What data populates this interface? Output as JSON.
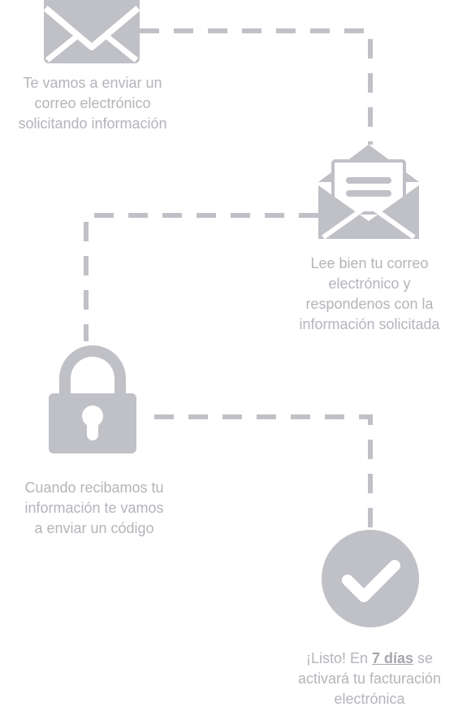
{
  "colors": {
    "icon": "#c0c0c7",
    "icon_dark": "#b6b6bd",
    "text": "#b4b4bb",
    "background": "#ffffff"
  },
  "icons": {
    "step1": "envelope-closed-icon",
    "step2": "envelope-open-icon",
    "step3": "padlock-icon",
    "step4": "checkmark-circle-icon"
  },
  "steps": [
    {
      "lines": [
        "Te vamos a enviar un",
        "correo electrónico",
        "solicitando información"
      ]
    },
    {
      "lines": [
        "Lee bien tu correo",
        "electrónico y",
        "respondenos con la",
        "información solicitada"
      ]
    },
    {
      "lines": [
        "Cuando recibamos tu",
        "información te vamos",
        "a enviar un código"
      ]
    },
    {
      "line1_before": "¡Listo! En ",
      "line1_highlight": "7 días",
      "line1_after": " se",
      "line2": "activará tu facturación",
      "line3": "electrónica"
    }
  ]
}
